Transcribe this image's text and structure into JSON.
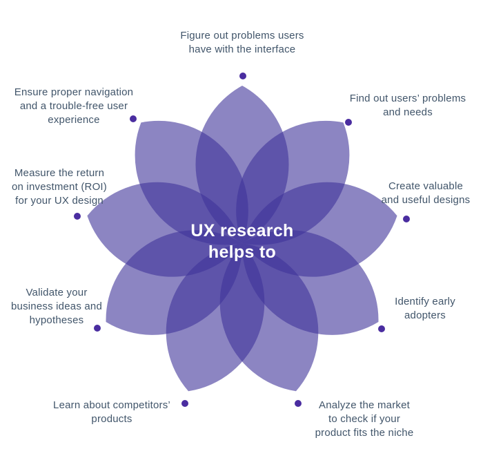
{
  "diagram": {
    "type": "flower-infographic",
    "petal_count": 9,
    "item_count": 9
  },
  "title": {
    "text": "UX research\nhelps to"
  },
  "labels": [
    {
      "id": "figure-out-problems",
      "position": "top",
      "text": "Figure out problems users\nhave with the interface"
    },
    {
      "id": "ensure-navigation",
      "position": "upper-left",
      "text": "Ensure proper navigation\nand a trouble-free user\nexperience"
    },
    {
      "id": "find-out-problems",
      "position": "upper-right",
      "text": "Find out users’ problems\nand needs"
    },
    {
      "id": "measure-roi",
      "position": "left",
      "text": "Measure the return\non investment (ROI)\nfor your UX design"
    },
    {
      "id": "create-designs",
      "position": "right",
      "text": "Create valuable\nand useful designs"
    },
    {
      "id": "validate-ideas",
      "position": "lower-left",
      "text": "Validate your\nbusiness ideas and\nhypotheses"
    },
    {
      "id": "identify-adopters",
      "position": "lower-right",
      "text": "Identify early\nadopters"
    },
    {
      "id": "learn-competitors",
      "position": "bottom-left",
      "text": "Learn about competitors’\nproducts"
    },
    {
      "id": "analyze-market",
      "position": "bottom-right",
      "text": "Analyze the market\nto check if your\nproduct fits the niche"
    }
  ],
  "colors": {
    "background": "#FFFFFF",
    "petal_base": "#40339A",
    "petal_single_layer": "#8C85C2",
    "petal_overlap": "#5F54AA",
    "center_region": "#4E4296",
    "bullet_dot": "#4A2DA0",
    "label_text": "#41556A",
    "title_text": "#FFFFFF"
  }
}
